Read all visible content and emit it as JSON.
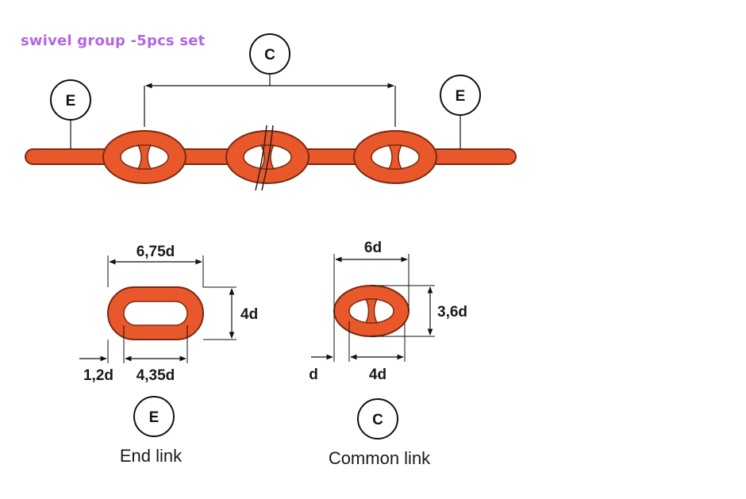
{
  "caption": "swivel group -5pcs set",
  "colors": {
    "chain": "#e8582a",
    "chain_dark": "#7a2a10",
    "caption": "#b366e0",
    "line": "#111111"
  },
  "top": {
    "label_left": "E",
    "label_center": "C",
    "label_right": "E"
  },
  "end_link": {
    "width": "6,75d",
    "height": "4d",
    "thickness": "1,2d",
    "inner": "4,35d",
    "circle": "E",
    "name": "End link"
  },
  "common_link": {
    "width": "6d",
    "height": "3,6d",
    "thickness": "d",
    "inner": "4d",
    "circle": "C",
    "name": "Common link"
  }
}
